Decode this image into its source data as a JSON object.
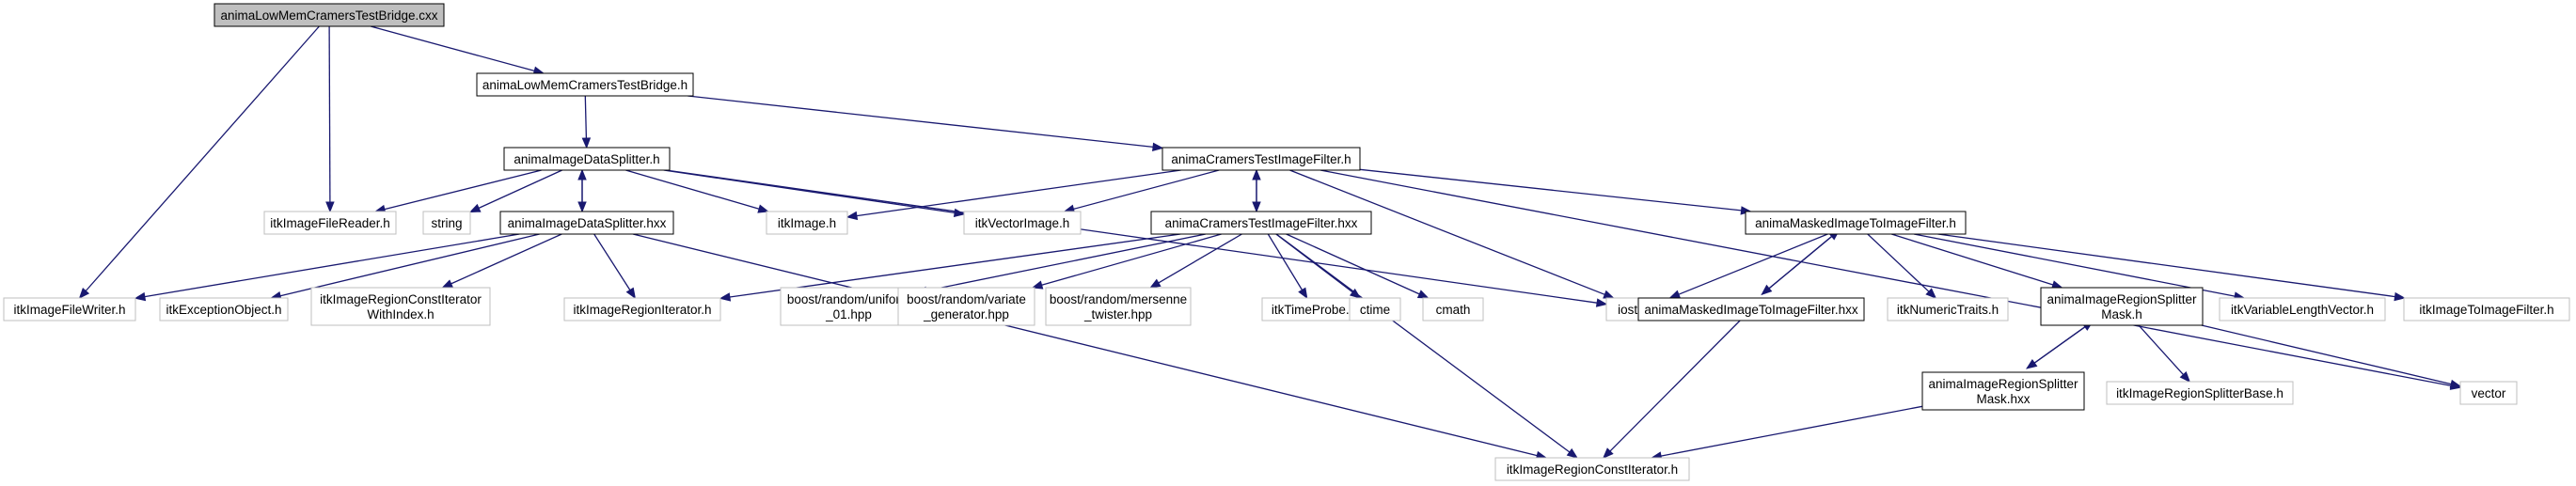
{
  "colors": {
    "edge": "#191970",
    "root_fill": "#bfbfbf",
    "node_fill": "#ffffff",
    "project_border": "#000000",
    "external_border": "#bfbfbf"
  },
  "nodes": [
    {
      "id": "root",
      "lines": [
        "animaLowMemCramersTestBridge.cxx"
      ],
      "kind": "root"
    },
    {
      "id": "bridge_h",
      "lines": [
        "animaLowMemCramersTestBridge.h"
      ],
      "kind": "project"
    },
    {
      "id": "itkImageFileReader",
      "lines": [
        "itkImageFileReader.h"
      ],
      "kind": "external"
    },
    {
      "id": "itkImageFileWriter",
      "lines": [
        "itkImageFileWriter.h"
      ],
      "kind": "external"
    },
    {
      "id": "splitter_h",
      "lines": [
        "animaImageDataSplitter.h"
      ],
      "kind": "project"
    },
    {
      "id": "cramers_h",
      "lines": [
        "animaCramersTestImageFilter.h"
      ],
      "kind": "project"
    },
    {
      "id": "string",
      "lines": [
        "string"
      ],
      "kind": "external"
    },
    {
      "id": "splitter_hxx",
      "lines": [
        "animaImageDataSplitter.hxx"
      ],
      "kind": "project"
    },
    {
      "id": "itkImage",
      "lines": [
        "itkImage.h"
      ],
      "kind": "external"
    },
    {
      "id": "itkVectorImage",
      "lines": [
        "itkVectorImage.h"
      ],
      "kind": "external"
    },
    {
      "id": "cramers_hxx",
      "lines": [
        "animaCramersTestImageFilter.hxx"
      ],
      "kind": "project"
    },
    {
      "id": "masked_h",
      "lines": [
        "animaMaskedImageToImageFilter.h"
      ],
      "kind": "project"
    },
    {
      "id": "itkExceptionObject",
      "lines": [
        "itkExceptionObject.h"
      ],
      "kind": "external"
    },
    {
      "id": "itkRegionConstIterWithIndex",
      "lines": [
        "itkImageRegionConstIterator",
        "WithIndex.h"
      ],
      "kind": "external"
    },
    {
      "id": "itkRegionIterator",
      "lines": [
        "itkImageRegionIterator.h"
      ],
      "kind": "external"
    },
    {
      "id": "boost_uniform",
      "lines": [
        "boost/random/uniform",
        "_01.hpp"
      ],
      "kind": "external"
    },
    {
      "id": "boost_variate",
      "lines": [
        "boost/random/variate",
        "_generator.hpp"
      ],
      "kind": "external"
    },
    {
      "id": "boost_mersenne",
      "lines": [
        "boost/random/mersenne",
        "_twister.hpp"
      ],
      "kind": "external"
    },
    {
      "id": "itkTimeProbe",
      "lines": [
        "itkTimeProbe.h"
      ],
      "kind": "external"
    },
    {
      "id": "ctime",
      "lines": [
        "ctime"
      ],
      "kind": "external"
    },
    {
      "id": "cmath",
      "lines": [
        "cmath"
      ],
      "kind": "external"
    },
    {
      "id": "iostream",
      "lines": [
        "iostream"
      ],
      "kind": "external"
    },
    {
      "id": "masked_hxx",
      "lines": [
        "animaMaskedImageToImageFilter.hxx"
      ],
      "kind": "project"
    },
    {
      "id": "itkNumericTraits",
      "lines": [
        "itkNumericTraits.h"
      ],
      "kind": "external"
    },
    {
      "id": "regsplit_h",
      "lines": [
        "animaImageRegionSplitter",
        "Mask.h"
      ],
      "kind": "project"
    },
    {
      "id": "itkVariableLengthVector",
      "lines": [
        "itkVariableLengthVector.h"
      ],
      "kind": "external"
    },
    {
      "id": "itkImageToImageFilter",
      "lines": [
        "itkImageToImageFilter.h"
      ],
      "kind": "external"
    },
    {
      "id": "vector",
      "lines": [
        "vector"
      ],
      "kind": "external"
    },
    {
      "id": "regsplit_hxx",
      "lines": [
        "animaImageRegionSplitter",
        "Mask.hxx"
      ],
      "kind": "project"
    },
    {
      "id": "itkRegionSplitterBase",
      "lines": [
        "itkImageRegionSplitterBase.h"
      ],
      "kind": "external"
    },
    {
      "id": "itkRegionConstIterator",
      "lines": [
        "itkImageRegionConstIterator.h"
      ],
      "kind": "external"
    }
  ],
  "edges": [
    {
      "from": "root",
      "to": "bridge_h"
    },
    {
      "from": "root",
      "to": "itkImageFileReader"
    },
    {
      "from": "root",
      "to": "itkImageFileWriter"
    },
    {
      "from": "bridge_h",
      "to": "splitter_h"
    },
    {
      "from": "bridge_h",
      "to": "cramers_h"
    },
    {
      "from": "splitter_h",
      "to": "itkImageFileReader"
    },
    {
      "from": "splitter_h",
      "to": "string"
    },
    {
      "from": "splitter_h",
      "to": "splitter_hxx"
    },
    {
      "from": "splitter_h",
      "to": "itkImage"
    },
    {
      "from": "splitter_h",
      "to": "itkVectorImage"
    },
    {
      "from": "splitter_h",
      "to": "iostream"
    },
    {
      "from": "splitter_hxx",
      "to": "splitter_h"
    },
    {
      "from": "splitter_hxx",
      "to": "itkImageFileWriter"
    },
    {
      "from": "splitter_hxx",
      "to": "itkExceptionObject"
    },
    {
      "from": "splitter_hxx",
      "to": "itkRegionConstIterWithIndex"
    },
    {
      "from": "splitter_hxx",
      "to": "itkRegionIterator"
    },
    {
      "from": "splitter_hxx",
      "to": "itkRegionConstIterator"
    },
    {
      "from": "cramers_h",
      "to": "itkImage"
    },
    {
      "from": "cramers_h",
      "to": "itkVectorImage"
    },
    {
      "from": "cramers_h",
      "to": "cramers_hxx"
    },
    {
      "from": "cramers_h",
      "to": "iostream"
    },
    {
      "from": "cramers_h",
      "to": "masked_h"
    },
    {
      "from": "cramers_h",
      "to": "vector"
    },
    {
      "from": "cramers_hxx",
      "to": "cramers_h"
    },
    {
      "from": "cramers_hxx",
      "to": "itkRegionIterator"
    },
    {
      "from": "cramers_hxx",
      "to": "boost_uniform"
    },
    {
      "from": "cramers_hxx",
      "to": "boost_variate"
    },
    {
      "from": "cramers_hxx",
      "to": "boost_mersenne"
    },
    {
      "from": "cramers_hxx",
      "to": "itkTimeProbe"
    },
    {
      "from": "cramers_hxx",
      "to": "ctime"
    },
    {
      "from": "cramers_hxx",
      "to": "cmath"
    },
    {
      "from": "cramers_hxx",
      "to": "itkRegionConstIterator"
    },
    {
      "from": "masked_h",
      "to": "iostream"
    },
    {
      "from": "masked_h",
      "to": "masked_hxx"
    },
    {
      "from": "masked_h",
      "to": "itkNumericTraits"
    },
    {
      "from": "masked_h",
      "to": "regsplit_h"
    },
    {
      "from": "masked_h",
      "to": "itkVariableLengthVector"
    },
    {
      "from": "masked_h",
      "to": "itkImageToImageFilter"
    },
    {
      "from": "masked_hxx",
      "to": "masked_h"
    },
    {
      "from": "masked_hxx",
      "to": "itkRegionConstIterator"
    },
    {
      "from": "regsplit_h",
      "to": "regsplit_hxx"
    },
    {
      "from": "regsplit_h",
      "to": "itkRegionSplitterBase"
    },
    {
      "from": "regsplit_h",
      "to": "vector"
    },
    {
      "from": "regsplit_hxx",
      "to": "regsplit_h"
    },
    {
      "from": "regsplit_hxx",
      "to": "itkRegionConstIterator"
    }
  ]
}
